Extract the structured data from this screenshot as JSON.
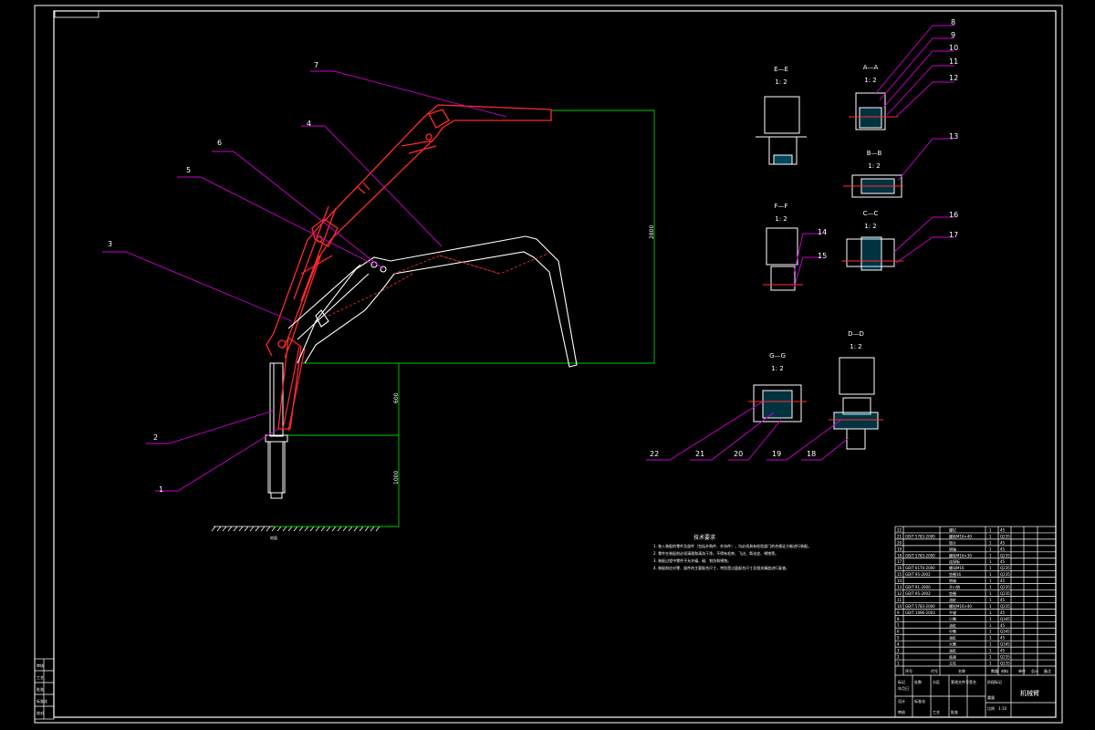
{
  "drawing": {
    "part_numbers": [
      "1",
      "2",
      "3",
      "4",
      "5",
      "6",
      "7",
      "8",
      "9",
      "10",
      "11",
      "12",
      "13",
      "14",
      "15",
      "16",
      "17",
      "18",
      "19",
      "20",
      "21",
      "22"
    ],
    "dimensions": {
      "vertical_right": "2800",
      "vertical_mid": "600",
      "vertical_low": "1000"
    },
    "ground_label": "地面",
    "sections": [
      {
        "title": "E—E",
        "scale": "1: 2"
      },
      {
        "title": "A—A",
        "scale": "1: 2"
      },
      {
        "title": "B—B",
        "scale": "1: 2"
      },
      {
        "title": "F—F",
        "scale": "1: 2"
      },
      {
        "title": "C—C",
        "scale": "1: 2"
      },
      {
        "title": "G—G",
        "scale": "1: 2"
      },
      {
        "title": "D—D",
        "scale": "1: 2"
      }
    ],
    "tech_requirements": {
      "title": "技术要求",
      "items": [
        "1. 装入装配的零件及部件（包括外购件、外协件），均必须具有检验部门的合格证方能进行装配。",
        "2. 零件在装配前必须清理和清洗干净，不得有毛刺、飞边、氧化皮、锈蚀等。",
        "3. 装配过程中零件不允许磕、碰、划伤和锈蚀。",
        "4. 装配前应对零、部件的主要配合尺寸，特别是过盈配合尺寸及相关精度进行复查。"
      ]
    },
    "title_block": {
      "drawing_name": "机械臂",
      "scale": "1:10",
      "headers": [
        "序号",
        "代号",
        "名称",
        "数量",
        "材料",
        "单件",
        "总计",
        "备注"
      ],
      "footer_labels": [
        "标记",
        "处数",
        "分区",
        "更改文件号",
        "签名",
        "年月日",
        "设计",
        "标准化",
        "阶段标记",
        "重量",
        "比例",
        "审核",
        "工艺",
        "批准"
      ],
      "bom_rows": [
        {
          "code": "",
          "name": "螺钉",
          "material": "45"
        },
        {
          "code": "GB/T 5783-2000",
          "name": "螺栓M16×40",
          "material": "Q235"
        },
        {
          "code": "",
          "name": "垫片",
          "material": "45"
        },
        {
          "code": "",
          "name": "销轴",
          "material": "45"
        },
        {
          "code": "GB/T 5783-2000",
          "name": "螺栓M16×30",
          "material": "Q235"
        },
        {
          "code": "",
          "name": "连接板",
          "material": "45"
        },
        {
          "code": "GB/T 6170-2000",
          "name": "螺母M16",
          "material": "Q235"
        },
        {
          "code": "GB/T 95-2002",
          "name": "垫圈16",
          "material": "Q235"
        },
        {
          "code": "",
          "name": "销轴",
          "material": "45"
        },
        {
          "code": "GB/T 91-2000",
          "name": "开口销",
          "material": "Q235"
        },
        {
          "code": "GB/T 95-2002",
          "name": "垫圈",
          "material": "Q235"
        },
        {
          "code": "",
          "name": "油缸",
          "material": "45"
        },
        {
          "code": "GB/T 5783-2000",
          "name": "螺栓M16×40",
          "material": "Q235"
        },
        {
          "code": "GB/T 1096-2003",
          "name": "平键",
          "material": "45"
        },
        {
          "code": "",
          "name": "小臂",
          "material": "Q345"
        },
        {
          "code": "",
          "name": "油缸",
          "material": "45"
        },
        {
          "code": "",
          "name": "中臂",
          "material": "Q345"
        },
        {
          "code": "",
          "name": "油缸",
          "material": "45"
        },
        {
          "code": "",
          "name": "大臂",
          "material": "Q345"
        },
        {
          "code": "",
          "name": "油缸",
          "material": "45"
        },
        {
          "code": "",
          "name": "底座",
          "material": "Q235"
        },
        {
          "code": "",
          "name": "立柱",
          "material": "Q235"
        }
      ]
    },
    "left_strip": [
      "审核",
      "工艺",
      "批准",
      "标准化",
      "校对"
    ]
  },
  "colors": {
    "background": "#000000",
    "frame": "#ffffff",
    "red_part": "#ff2a2a",
    "leader": "#d000d0",
    "dimension": "#00cc00",
    "label": "#ff40ff",
    "hatch": "#00c8ff"
  }
}
